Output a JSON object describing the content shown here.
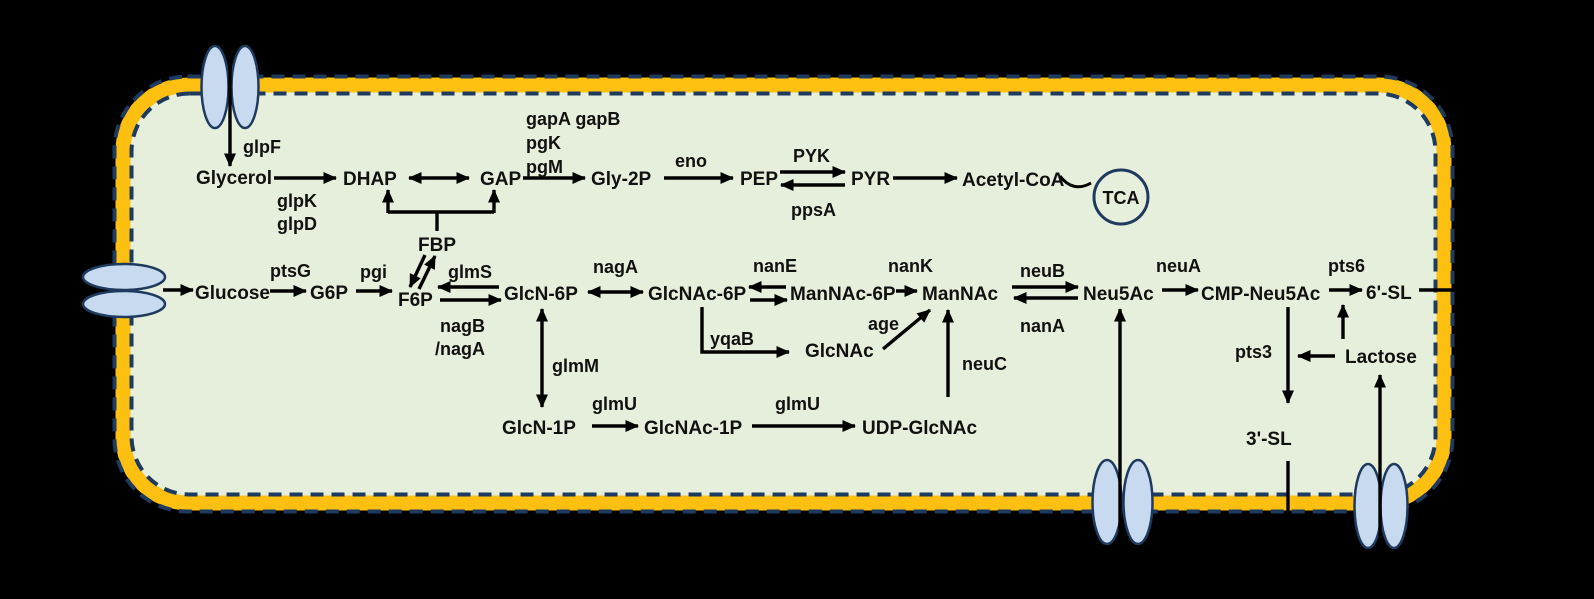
{
  "colors": {
    "background": "#000000",
    "membrane": "#FDC010",
    "cytoplasm": "#E6EFDB",
    "outline": "#1E3A5F",
    "transporter": "#C7DAF0",
    "arrow": "#000000",
    "text": "#111111"
  },
  "metabolites": {
    "glycerol": "Glycerol",
    "dhap": "DHAP",
    "gap": "GAP",
    "gly2p": "Gly-2P",
    "pep": "PEP",
    "pyr": "PYR",
    "acetyl_coa": "Acetyl-CoA",
    "tca": "TCA",
    "glucose": "Glucose",
    "g6p": "G6P",
    "f6p": "F6P",
    "fbp": "FBP",
    "glcn6p": "GlcN-6P",
    "glcnac6p": "GlcNAc-6P",
    "mannac6p": "ManNAc-6P",
    "mannac": "ManNAc",
    "neu5ac": "Neu5Ac",
    "cmp_neu5ac": "CMP-Neu5Ac",
    "sl6": "6'-SL",
    "glcnac": "GlcNAc",
    "lactose": "Lactose",
    "glcn1p": "GlcN-1P",
    "glcnac1p": "GlcNAc-1P",
    "udp_glcnac": "UDP-GlcNAc",
    "sl3": "3'-SL"
  },
  "enzymes": {
    "glpF": "glpF",
    "glpK": "glpK",
    "glpD": "glpD",
    "gapA_gapB": "gapA gapB",
    "pgK": "pgK",
    "pgM": "pgM",
    "eno": "eno",
    "PYK": "PYK",
    "ppsA": "ppsA",
    "ptsG": "ptsG",
    "pgi": "pgi",
    "glmS": "glmS",
    "nagB": "nagB",
    "nagA_alt": "/nagA",
    "nagA": "nagA",
    "glmM": "glmM",
    "glmU_1": "glmU",
    "glmU_2": "glmU",
    "nanE": "nanE",
    "nanK": "nanK",
    "yqaB": "yqaB",
    "age": "age",
    "neuC": "neuC",
    "neuB": "neuB",
    "nanA": "nanA",
    "neuA": "neuA",
    "pts6": "pts6",
    "pts3": "pts3"
  }
}
